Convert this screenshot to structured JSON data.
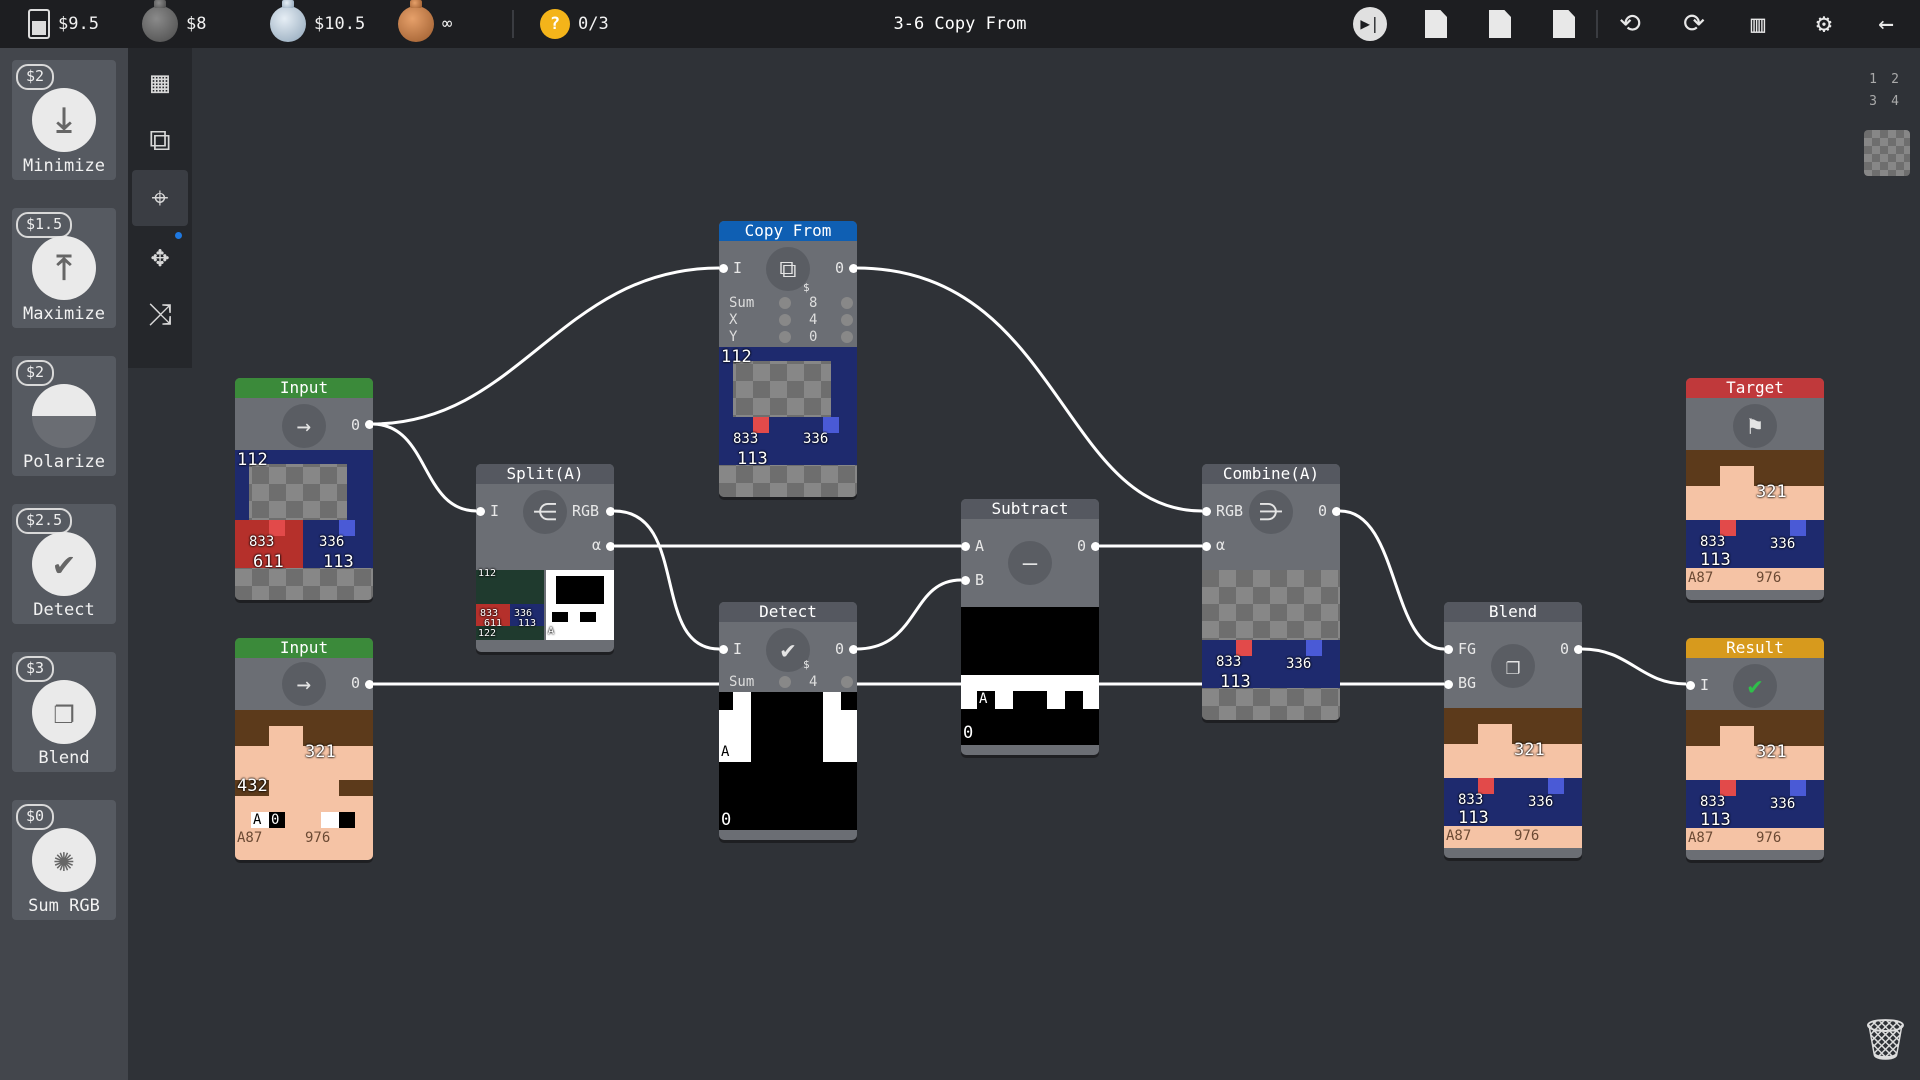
{
  "topbar": {
    "budget": "$9.5",
    "medal_gold": "$8",
    "medal_silver": "$10.5",
    "medal_bronze": "∞",
    "hints": "0/3",
    "title": "3-6 Copy From"
  },
  "icons": {
    "budget": "battery-icon",
    "hint": "lightbulb-icon",
    "play": "step-play-icon",
    "save1": "save-slot-1-icon",
    "save2": "save-slot-2-icon",
    "save3": "save-slot-3-icon",
    "undo": "undo-icon",
    "redo": "redo-icon",
    "library": "library-icon",
    "settings": "gear-icon",
    "back": "back-arrow-icon"
  },
  "sidebar": {
    "tools": [
      {
        "price": "$2",
        "label": "Minimize"
      },
      {
        "price": "$1.5",
        "label": "Maximize"
      },
      {
        "price": "$2",
        "label": "Polarize"
      },
      {
        "price": "$2.5",
        "label": "Detect"
      },
      {
        "price": "$3",
        "label": "Blend"
      },
      {
        "price": "$0",
        "label": "Sum RGB"
      }
    ]
  },
  "right_panel": {
    "slots": [
      "1",
      "2",
      "3",
      "4"
    ]
  },
  "nodes": {
    "input1": {
      "title": "Input",
      "out": "0",
      "v_top": "112",
      "v_a": "833",
      "v_b": "611",
      "v_c": "336",
      "v_d": "113"
    },
    "input2": {
      "title": "Input",
      "out": "0",
      "v_top": "321",
      "v_mid": "432",
      "v_a": "A",
      "v_b": "0",
      "v_c": "A87",
      "v_d": "976"
    },
    "split": {
      "title": "Split(A)",
      "in": "I",
      "out_rgb": "RGB",
      "out_a": "α",
      "s1": "112",
      "s2": "833",
      "s3": "611",
      "s4": "336",
      "s5": "113",
      "s6": "122",
      "s7": "A"
    },
    "copyfrom": {
      "title": "Copy From",
      "in": "I",
      "out": "0",
      "cost": "$",
      "p_sum": "Sum",
      "v_sum": "8",
      "p_x": "X",
      "v_x": "4",
      "p_y": "Y",
      "v_y": "0",
      "v_top": "112",
      "v_a": "833",
      "v_b": "336",
      "v_c": "113"
    },
    "detect": {
      "title": "Detect",
      "in": "I",
      "out": "0",
      "cost": "$",
      "p_sum": "Sum",
      "v_sum": "4",
      "v_a": "A",
      "v_b": "0"
    },
    "subtract": {
      "title": "Subtract",
      "in_a": "A",
      "in_b": "B",
      "out": "0",
      "v_a": "A",
      "v_b": "0"
    },
    "combine": {
      "title": "Combine(A)",
      "in_rgb": "RGB",
      "in_a": "α",
      "out": "0",
      "v_a": "833",
      "v_b": "336",
      "v_c": "113"
    },
    "blend": {
      "title": "Blend",
      "in_fg": "FG",
      "in_bg": "BG",
      "out": "0",
      "v_top": "321",
      "v_a": "833",
      "v_b": "336",
      "v_c": "113",
      "v_d": "A87",
      "v_e": "976"
    },
    "target": {
      "title": "Target",
      "v_top": "321",
      "v_a": "833",
      "v_b": "336",
      "v_c": "113",
      "v_d": "A87",
      "v_e": "976"
    },
    "result": {
      "title": "Result",
      "in": "I",
      "v_top": "321",
      "v_a": "833",
      "v_b": "336",
      "v_c": "113",
      "v_d": "A87",
      "v_e": "976"
    }
  }
}
